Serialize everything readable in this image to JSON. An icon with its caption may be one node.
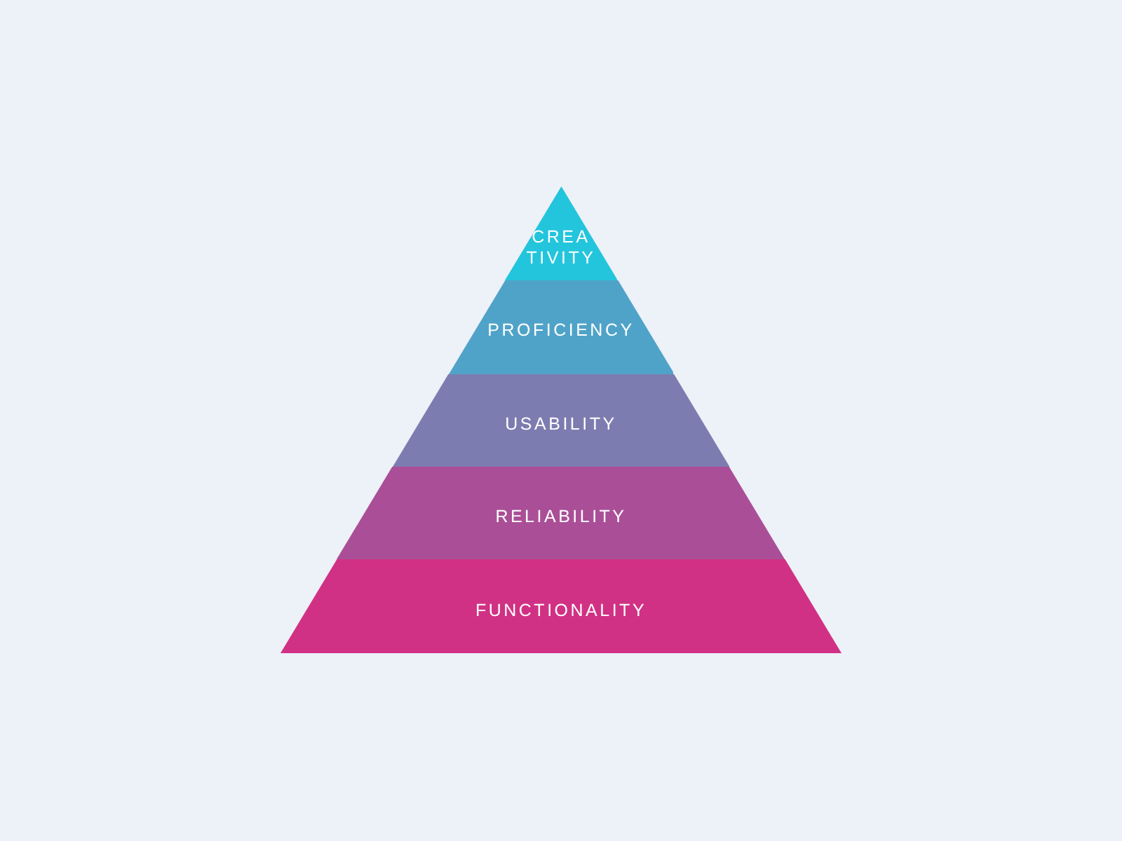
{
  "diagram": {
    "nodes": [
      {
        "text": [
          "CREA TIVITY"
        ]
      },
      {
        "text": [
          "PROFICIENCY"
        ]
      },
      {
        "text": [
          "USABILITY"
        ]
      },
      {
        "text": [
          "RELIABILITY"
        ]
      },
      {
        "text": [
          "FUNCTIONALITY"
        ]
      }
    ]
  }
}
